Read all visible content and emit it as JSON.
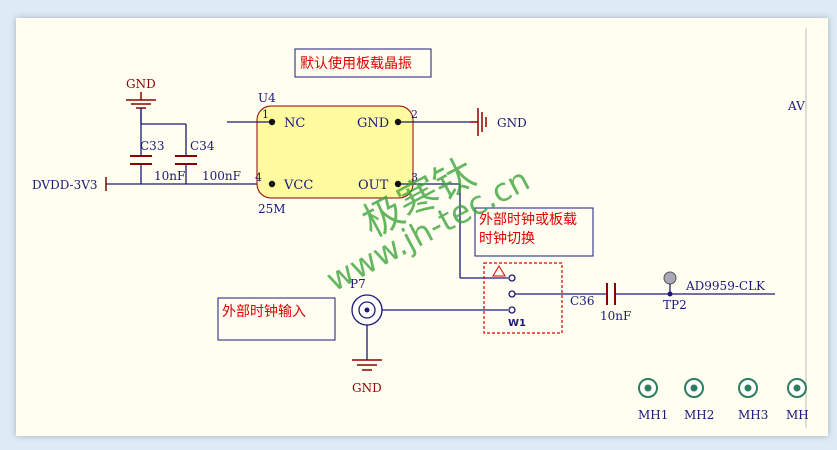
{
  "notes": {
    "default_crystal": "默认使用板载晶振",
    "switch_note_line1": "外部时钟或板载",
    "switch_note_line2": "时钟切换",
    "ext_clock_input": "外部时钟输入"
  },
  "watermark": {
    "cn": "极寒钛",
    "url": "www.jh-tec.cn"
  },
  "components": {
    "u4": {
      "ref": "U4",
      "value": "25M",
      "pins": [
        {
          "num": "1",
          "name": "NC"
        },
        {
          "num": "2",
          "name": "GND"
        },
        {
          "num": "3",
          "name": "OUT"
        },
        {
          "num": "4",
          "name": "VCC"
        }
      ]
    },
    "c33": {
      "ref": "C33",
      "value": "10nF"
    },
    "c34": {
      "ref": "C34",
      "value": "100nF"
    },
    "c36": {
      "ref": "C36",
      "value": "10nF"
    },
    "p7": {
      "ref": "P7"
    },
    "w1": {
      "ref": "W1"
    },
    "tp2": {
      "ref": "TP2"
    },
    "mh": [
      "MH1",
      "MH2",
      "MH3",
      "MH"
    ]
  },
  "nets": {
    "gnd_top": "GND",
    "gnd_right": "GND",
    "gnd_bottom": "GND",
    "dvdd": "DVDD-3V3",
    "clk": "AD9959-CLK",
    "av_partial": "AV"
  },
  "colors": {
    "wire": "#1a1a7a",
    "pin_label": "#1a1a7a",
    "note_text": "#e00000",
    "note_box": "#1a1a7a",
    "ic_fill": "#fffb9e",
    "switch_box": "#e00000",
    "watermark": "#3aa33a",
    "component": "#8b0000",
    "mh_pad": "#2e7d5b"
  }
}
